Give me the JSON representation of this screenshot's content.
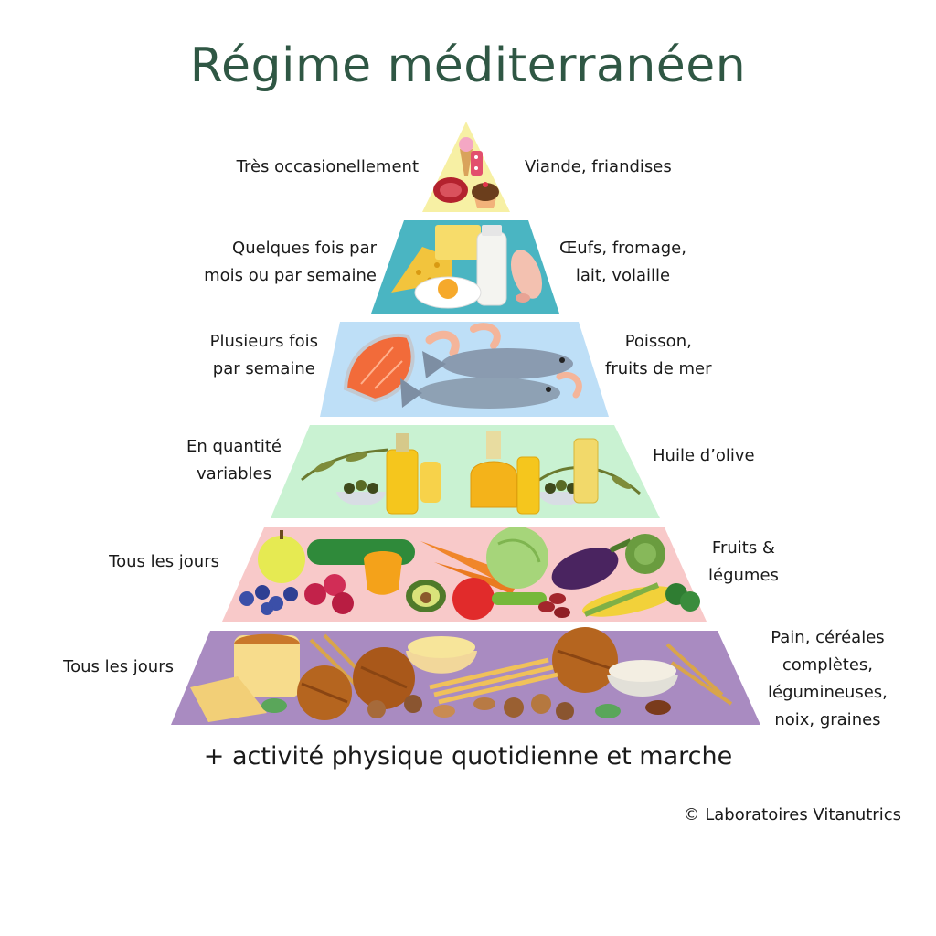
{
  "title": "Régime méditerranéen",
  "tiers": [
    {
      "frequency": [
        "Très occasionellement"
      ],
      "foods": [
        "Viande, friandises"
      ],
      "color": "#f7f0a4"
    },
    {
      "frequency": [
        "Quelques fois par",
        "mois ou par semaine"
      ],
      "foods": [
        "Œufs, fromage,",
        "lait, volaille"
      ],
      "color": "#4ab5c2"
    },
    {
      "frequency": [
        "Plusieurs fois",
        "par semaine"
      ],
      "foods": [
        "Poisson,",
        "fruits de mer"
      ],
      "color": "#bedff7"
    },
    {
      "frequency": [
        "En quantité",
        "variables"
      ],
      "foods": [
        "Huile d’olive"
      ],
      "color": "#c9f2d2"
    },
    {
      "frequency": [
        "Tous les jours"
      ],
      "foods": [
        "Fruits &",
        "légumes"
      ],
      "color": "#f8c9c9"
    },
    {
      "frequency": [
        "Tous les jours"
      ],
      "foods": [
        "Pain, céréales",
        "complètes,",
        "légumineuses,",
        "noix, graines"
      ],
      "color": "#a98bc1"
    }
  ],
  "footer": "+ activité physique quotidienne et marche",
  "credit": "© Laboratoires Vitanutrics"
}
